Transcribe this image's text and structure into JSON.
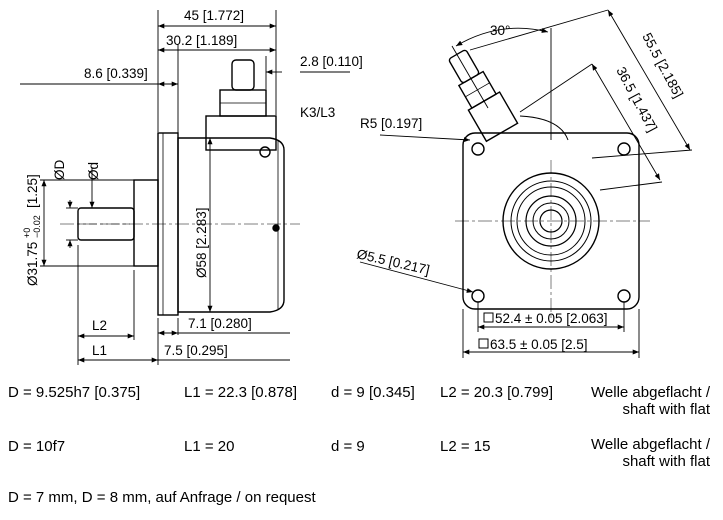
{
  "dimensions": {
    "overall_length": "45 [1.772]",
    "housing_length": "30.2 [1.189]",
    "flange_step": "8.6 [0.339]",
    "gland_offset": "2.8 [0.110]",
    "connector_code": "K3/L3",
    "housing_diameter": "Ø58 [2.283]",
    "flange_thickness": "7.1 [0.280]",
    "flange_to_body": "7.5 [0.295]",
    "shaft_l2": "L2",
    "shaft_l1": "L1",
    "shaft_d": "Ød",
    "shaft_D": "ØD",
    "pilot_diameter_main": "Ø31.75",
    "pilot_tol_upper": "+0",
    "pilot_tol_lower": "−0.02",
    "pilot_diameter_inch": "[1.25]",
    "angle": "30°",
    "gland_reach_outer": "55.5 [2.185]",
    "gland_reach_inner": "36.5 [1.437]",
    "corner_radius": "R5 [0.197]",
    "hole_diameter": "Ø5.5 [0.217]",
    "hole_pattern": "52.4 ± 0.05 [2.063]",
    "flange_square": "63.5 ± 0.05 [2.5]"
  },
  "variants": [
    {
      "D": "D = 9.525h7 [0.375]",
      "L1": "L1 = 22.3 [0.878]",
      "d": "d = 9 [0.345]",
      "L2": "L2 = 20.3 [0.799]",
      "note_line1": "Welle abgeflacht /",
      "note_line2": "shaft with flat"
    },
    {
      "D": "D = 10f7",
      "L1": "L1 = 20",
      "d": "d = 9",
      "L2": "L2 = 15",
      "note_line1": "Welle abgeflacht /",
      "note_line2": "shaft with flat"
    }
  ],
  "footnote": "D = 7 mm, D = 8 mm, auf Anfrage / on request"
}
